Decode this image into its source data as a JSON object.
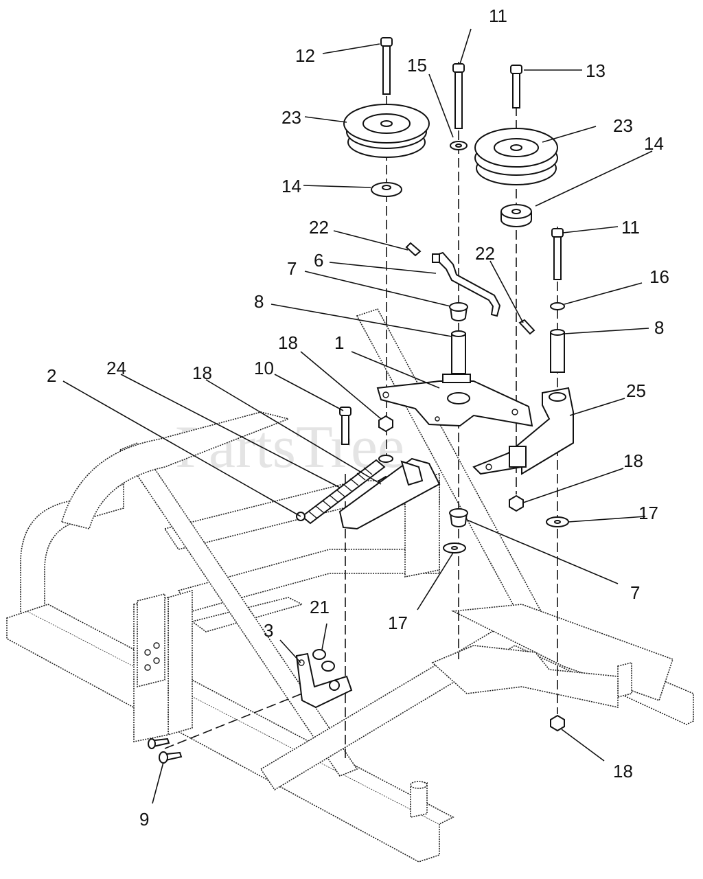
{
  "watermark": "PartsTree",
  "callouts": [
    {
      "id": "c11a",
      "label": "11"
    },
    {
      "id": "c12",
      "label": "12"
    },
    {
      "id": "c15",
      "label": "15"
    },
    {
      "id": "c13",
      "label": "13"
    },
    {
      "id": "c23a",
      "label": "23"
    },
    {
      "id": "c23b",
      "label": "23"
    },
    {
      "id": "c14a",
      "label": "14"
    },
    {
      "id": "c14b",
      "label": "14"
    },
    {
      "id": "c22a",
      "label": "22"
    },
    {
      "id": "c11b",
      "label": "11"
    },
    {
      "id": "c6",
      "label": "6"
    },
    {
      "id": "c22b",
      "label": "22"
    },
    {
      "id": "c7a",
      "label": "7"
    },
    {
      "id": "c16",
      "label": "16"
    },
    {
      "id": "c8a",
      "label": "8"
    },
    {
      "id": "c8b",
      "label": "8"
    },
    {
      "id": "c18a",
      "label": "18"
    },
    {
      "id": "c1",
      "label": "1"
    },
    {
      "id": "c2",
      "label": "2"
    },
    {
      "id": "c24",
      "label": "24"
    },
    {
      "id": "c18b",
      "label": "18"
    },
    {
      "id": "c10",
      "label": "10"
    },
    {
      "id": "c25",
      "label": "25"
    },
    {
      "id": "c18c",
      "label": "18"
    },
    {
      "id": "c17a",
      "label": "17"
    },
    {
      "id": "c7b",
      "label": "7"
    },
    {
      "id": "c21",
      "label": "21"
    },
    {
      "id": "c3",
      "label": "3"
    },
    {
      "id": "c17b",
      "label": "17"
    },
    {
      "id": "c18d",
      "label": "18"
    },
    {
      "id": "c9",
      "label": "9"
    }
  ]
}
